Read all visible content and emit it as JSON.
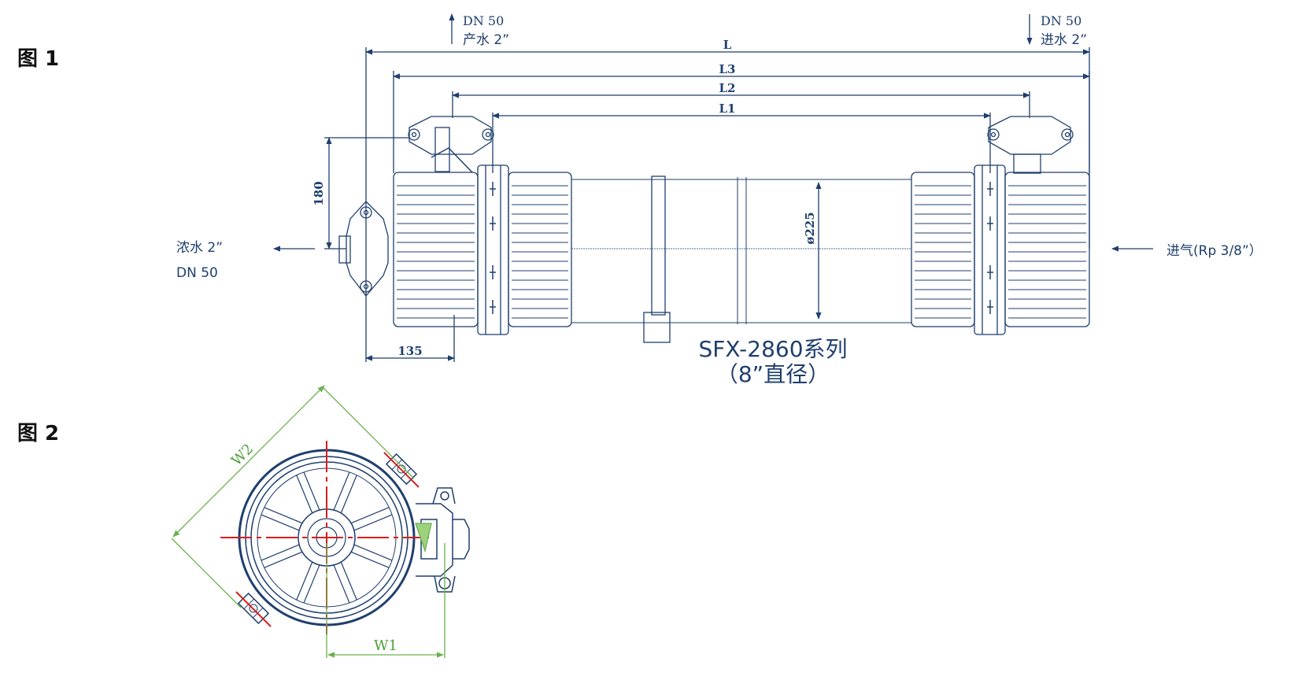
{
  "figure1": {
    "label": "图 1",
    "dimensions": {
      "L": "L",
      "L3": "L3",
      "L2": "L2",
      "L1": "L1",
      "height": "180",
      "diameter": "ø225",
      "offset": "135"
    },
    "product_port": {
      "dn": "DN 50",
      "name": "产水 2”"
    },
    "feed_port": {
      "dn": "DN 50",
      "name": "进水 2”"
    },
    "concentrate_port": {
      "name": "浓水 2”",
      "dn": "DN 50"
    },
    "air_inlet": {
      "name": "进气(Rp 3/8”）"
    },
    "series_title": "SFX-2860系列",
    "series_subtitle": "（8”直径）"
  },
  "figure2": {
    "label": "图 2",
    "w1": "W1",
    "w2": "W2"
  },
  "colors": {
    "line": "#1f3f6e",
    "dim_text": "#1f3f6e",
    "centerline": "#d81e1e",
    "width_dim": "#6ab04c"
  }
}
